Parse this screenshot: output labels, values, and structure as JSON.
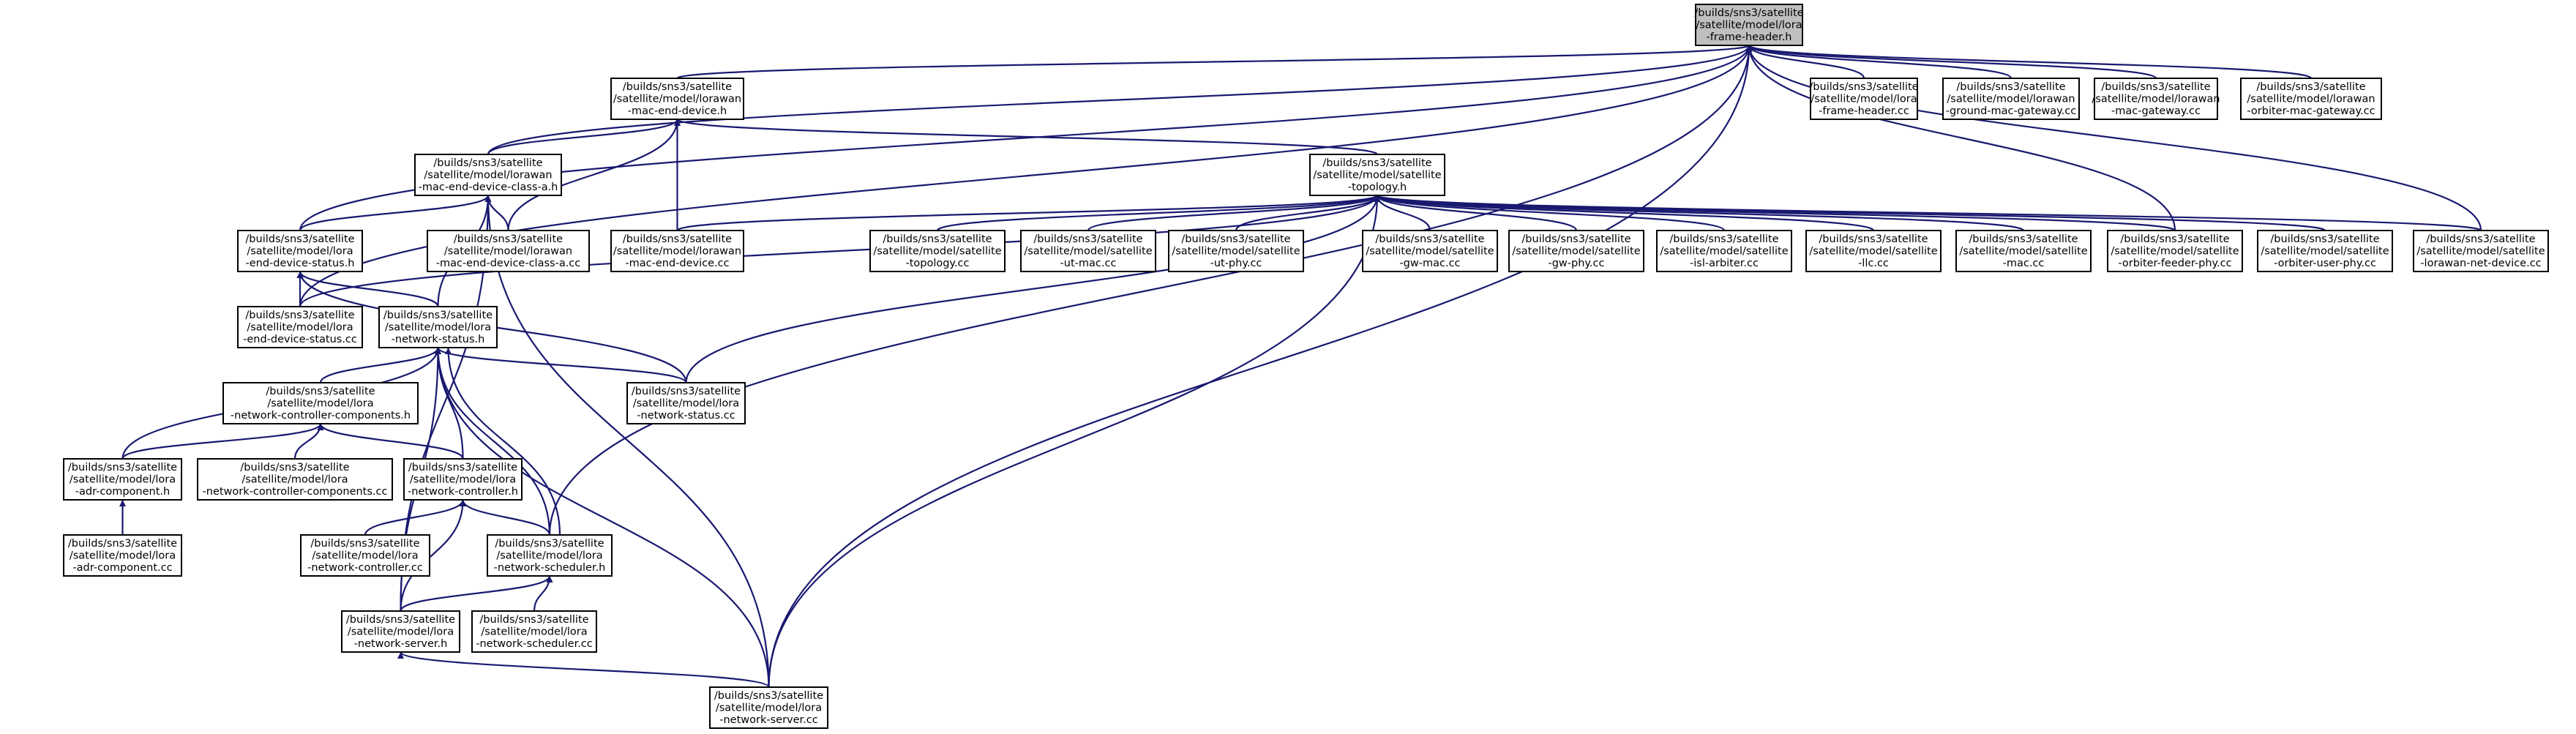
{
  "diagram": {
    "nodes": [
      {
        "id": "frame_header_h",
        "lines": [
          "/builds/sns3/satellite",
          "/satellite/model/lora",
          "-frame-header.h"
        ],
        "root": true
      },
      {
        "id": "frame_header_cc",
        "lines": [
          "/builds/sns3/satellite",
          "/satellite/model/lora",
          "-frame-header.cc"
        ]
      },
      {
        "id": "ground_mac_gateway_cc",
        "lines": [
          "/builds/sns3/satellite",
          "/satellite/model/lorawan",
          "-ground-mac-gateway.cc"
        ]
      },
      {
        "id": "mac_gateway_cc",
        "lines": [
          "/builds/sns3/satellite",
          "/satellite/model/lorawan",
          "-mac-gateway.cc"
        ]
      },
      {
        "id": "orbiter_mac_gateway_cc",
        "lines": [
          "/builds/sns3/satellite",
          "/satellite/model/lorawan",
          "-orbiter-mac-gateway.cc"
        ]
      },
      {
        "id": "mac_end_device_h",
        "lines": [
          "/builds/sns3/satellite",
          "/satellite/model/lorawan",
          "-mac-end-device.h"
        ]
      },
      {
        "id": "mac_end_device_class_a_h",
        "lines": [
          "/builds/sns3/satellite",
          "/satellite/model/lorawan",
          "-mac-end-device-class-a.h"
        ]
      },
      {
        "id": "topology_h",
        "lines": [
          "/builds/sns3/satellite",
          "/satellite/model/satellite",
          "-topology.h"
        ]
      },
      {
        "id": "end_device_status_h",
        "lines": [
          "/builds/sns3/satellite",
          "/satellite/model/lora",
          "-end-device-status.h"
        ]
      },
      {
        "id": "mac_end_device_class_a_cc",
        "lines": [
          "/builds/sns3/satellite",
          "/satellite/model/lorawan",
          "-mac-end-device-class-a.cc"
        ]
      },
      {
        "id": "mac_end_device_cc",
        "lines": [
          "/builds/sns3/satellite",
          "/satellite/model/lorawan",
          "-mac-end-device.cc"
        ]
      },
      {
        "id": "topology_cc",
        "lines": [
          "/builds/sns3/satellite",
          "/satellite/model/satellite",
          "-topology.cc"
        ]
      },
      {
        "id": "ut_mac_cc",
        "lines": [
          "/builds/sns3/satellite",
          "/satellite/model/satellite",
          "-ut-mac.cc"
        ]
      },
      {
        "id": "ut_phy_cc",
        "lines": [
          "/builds/sns3/satellite",
          "/satellite/model/satellite",
          "-ut-phy.cc"
        ]
      },
      {
        "id": "gw_mac_cc",
        "lines": [
          "/builds/sns3/satellite",
          "/satellite/model/satellite",
          "-gw-mac.cc"
        ]
      },
      {
        "id": "gw_phy_cc",
        "lines": [
          "/builds/sns3/satellite",
          "/satellite/model/satellite",
          "-gw-phy.cc"
        ]
      },
      {
        "id": "isl_arbiter_cc",
        "lines": [
          "/builds/sns3/satellite",
          "/satellite/model/satellite",
          "-isl-arbiter.cc"
        ]
      },
      {
        "id": "llc_cc",
        "lines": [
          "/builds/sns3/satellite",
          "/satellite/model/satellite",
          "-llc.cc"
        ]
      },
      {
        "id": "mac_cc",
        "lines": [
          "/builds/sns3/satellite",
          "/satellite/model/satellite",
          "-mac.cc"
        ]
      },
      {
        "id": "orbiter_feeder_phy_cc",
        "lines": [
          "/builds/sns3/satellite",
          "/satellite/model/satellite",
          "-orbiter-feeder-phy.cc"
        ]
      },
      {
        "id": "orbiter_user_phy_cc",
        "lines": [
          "/builds/sns3/satellite",
          "/satellite/model/satellite",
          "-orbiter-user-phy.cc"
        ]
      },
      {
        "id": "lorawan_net_device_cc",
        "lines": [
          "/builds/sns3/satellite",
          "/satellite/model/satellite",
          "-lorawan-net-device.cc"
        ]
      },
      {
        "id": "end_device_status_cc",
        "lines": [
          "/builds/sns3/satellite",
          "/satellite/model/lora",
          "-end-device-status.cc"
        ]
      },
      {
        "id": "network_status_h",
        "lines": [
          "/builds/sns3/satellite",
          "/satellite/model/lora",
          "-network-status.h"
        ]
      },
      {
        "id": "network_controller_components_h",
        "lines": [
          "/builds/sns3/satellite",
          "/satellite/model/lora",
          "-network-controller-components.h"
        ]
      },
      {
        "id": "network_status_cc",
        "lines": [
          "/builds/sns3/satellite",
          "/satellite/model/lora",
          "-network-status.cc"
        ]
      },
      {
        "id": "adr_component_h",
        "lines": [
          "/builds/sns3/satellite",
          "/satellite/model/lora",
          "-adr-component.h"
        ]
      },
      {
        "id": "network_controller_components_cc",
        "lines": [
          "/builds/sns3/satellite",
          "/satellite/model/lora",
          "-network-controller-components.cc"
        ]
      },
      {
        "id": "network_controller_h",
        "lines": [
          "/builds/sns3/satellite",
          "/satellite/model/lora",
          "-network-controller.h"
        ]
      },
      {
        "id": "adr_component_cc",
        "lines": [
          "/builds/sns3/satellite",
          "/satellite/model/lora",
          "-adr-component.cc"
        ]
      },
      {
        "id": "network_controller_cc",
        "lines": [
          "/builds/sns3/satellite",
          "/satellite/model/lora",
          "-network-controller.cc"
        ]
      },
      {
        "id": "network_scheduler_h",
        "lines": [
          "/builds/sns3/satellite",
          "/satellite/model/lora",
          "-network-scheduler.h"
        ]
      },
      {
        "id": "network_server_h",
        "lines": [
          "/builds/sns3/satellite",
          "/satellite/model/lora",
          "-network-server.h"
        ]
      },
      {
        "id": "network_scheduler_cc",
        "lines": [
          "/builds/sns3/satellite",
          "/satellite/model/lora",
          "-network-scheduler.cc"
        ]
      },
      {
        "id": "network_server_cc",
        "lines": [
          "/builds/sns3/satellite",
          "/satellite/model/lora",
          "-network-server.cc"
        ]
      }
    ],
    "edges": [
      [
        "frame_header_cc",
        "frame_header_h"
      ],
      [
        "ground_mac_gateway_cc",
        "frame_header_h"
      ],
      [
        "mac_gateway_cc",
        "frame_header_h"
      ],
      [
        "orbiter_mac_gateway_cc",
        "frame_header_h"
      ],
      [
        "mac_end_device_h",
        "frame_header_h"
      ],
      [
        "mac_end_device_class_a_h",
        "frame_header_h"
      ],
      [
        "end_device_status_h",
        "frame_header_h"
      ],
      [
        "end_device_status_cc",
        "frame_header_h"
      ],
      [
        "network_scheduler_h",
        "frame_header_h"
      ],
      [
        "lorawan_net_device_cc",
        "frame_header_h"
      ],
      [
        "orbiter_feeder_phy_cc",
        "frame_header_h"
      ],
      [
        "network_server_cc",
        "frame_header_h"
      ],
      [
        "mac_end_device_class_a_h",
        "mac_end_device_h"
      ],
      [
        "mac_end_device_class_a_cc",
        "mac_end_device_h"
      ],
      [
        "mac_end_device_cc",
        "mac_end_device_h"
      ],
      [
        "topology_h",
        "mac_end_device_h"
      ],
      [
        "end_device_status_h",
        "mac_end_device_class_a_h"
      ],
      [
        "network_status_h",
        "mac_end_device_class_a_h"
      ],
      [
        "mac_end_device_class_a_cc",
        "mac_end_device_class_a_h"
      ],
      [
        "network_server_h",
        "mac_end_device_class_a_h"
      ],
      [
        "network_server_cc",
        "mac_end_device_class_a_h"
      ],
      [
        "topology_cc",
        "topology_h"
      ],
      [
        "ut_mac_cc",
        "topology_h"
      ],
      [
        "ut_phy_cc",
        "topology_h"
      ],
      [
        "gw_mac_cc",
        "topology_h"
      ],
      [
        "gw_phy_cc",
        "topology_h"
      ],
      [
        "isl_arbiter_cc",
        "topology_h"
      ],
      [
        "llc_cc",
        "topology_h"
      ],
      [
        "mac_cc",
        "topology_h"
      ],
      [
        "orbiter_feeder_phy_cc",
        "topology_h"
      ],
      [
        "orbiter_user_phy_cc",
        "topology_h"
      ],
      [
        "lorawan_net_device_cc",
        "topology_h"
      ],
      [
        "mac_end_device_cc",
        "topology_h"
      ],
      [
        "end_device_status_cc",
        "topology_h"
      ],
      [
        "network_status_cc",
        "topology_h"
      ],
      [
        "network_server_cc",
        "topology_h"
      ],
      [
        "end_device_status_cc",
        "end_device_status_h"
      ],
      [
        "network_status_h",
        "end_device_status_h"
      ],
      [
        "network_status_cc",
        "end_device_status_h"
      ],
      [
        "network_controller_components_h",
        "network_status_h"
      ],
      [
        "network_status_cc",
        "network_status_h"
      ],
      [
        "adr_component_h",
        "network_status_h"
      ],
      [
        "network_controller_h",
        "network_status_h"
      ],
      [
        "network_scheduler_h",
        "network_status_h"
      ],
      [
        "network_scheduler_h",
        "network_status_h"
      ],
      [
        "network_server_h",
        "network_status_h"
      ],
      [
        "network_server_cc",
        "network_status_h"
      ],
      [
        "adr_component_h",
        "network_controller_components_h"
      ],
      [
        "network_controller_components_cc",
        "network_controller_components_h"
      ],
      [
        "network_controller_h",
        "network_controller_components_h"
      ],
      [
        "adr_component_cc",
        "adr_component_h"
      ],
      [
        "network_controller_cc",
        "network_controller_h"
      ],
      [
        "network_scheduler_h",
        "network_controller_h"
      ],
      [
        "network_server_h",
        "network_controller_h"
      ],
      [
        "network_server_h",
        "network_scheduler_h"
      ],
      [
        "network_scheduler_cc",
        "network_scheduler_h"
      ],
      [
        "network_server_cc",
        "network_server_h"
      ]
    ]
  }
}
